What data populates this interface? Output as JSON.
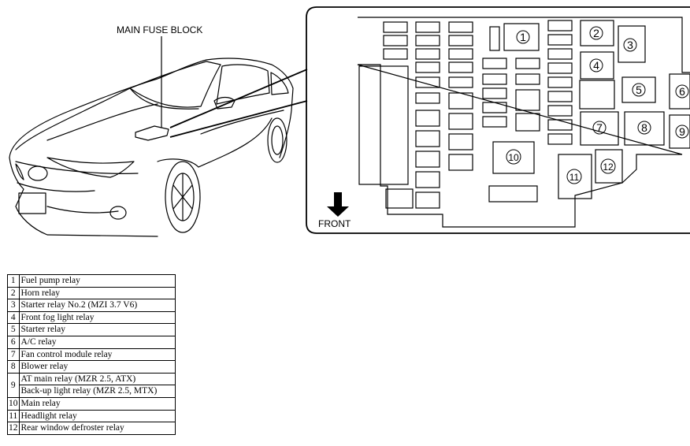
{
  "callout_label": "MAIN FUSE BLOCK",
  "front_label": "FRONT",
  "relay_numbers": [
    "1",
    "2",
    "3",
    "4",
    "5",
    "6",
    "7",
    "8",
    "9",
    "10",
    "11",
    "12"
  ],
  "legend": [
    {
      "num": "1",
      "lines": [
        "Fuel pump relay"
      ]
    },
    {
      "num": "2",
      "lines": [
        "Horn relay"
      ]
    },
    {
      "num": "3",
      "lines": [
        "Starter relay No.2 (MZI 3.7 V6)"
      ]
    },
    {
      "num": "4",
      "lines": [
        "Front fog light relay"
      ]
    },
    {
      "num": "5",
      "lines": [
        "Starter relay"
      ]
    },
    {
      "num": "6",
      "lines": [
        "A/C relay"
      ]
    },
    {
      "num": "7",
      "lines": [
        "Fan control module relay"
      ]
    },
    {
      "num": "8",
      "lines": [
        "Blower relay"
      ]
    },
    {
      "num": "9",
      "lines": [
        "AT main relay (MZR 2.5, ATX)",
        "Back-up light relay (MZR 2.5, MTX)"
      ]
    },
    {
      "num": "10",
      "lines": [
        "Main relay"
      ]
    },
    {
      "num": "11",
      "lines": [
        "Headlight relay"
      ]
    },
    {
      "num": "12",
      "lines": [
        "Rear window defroster relay"
      ]
    }
  ]
}
